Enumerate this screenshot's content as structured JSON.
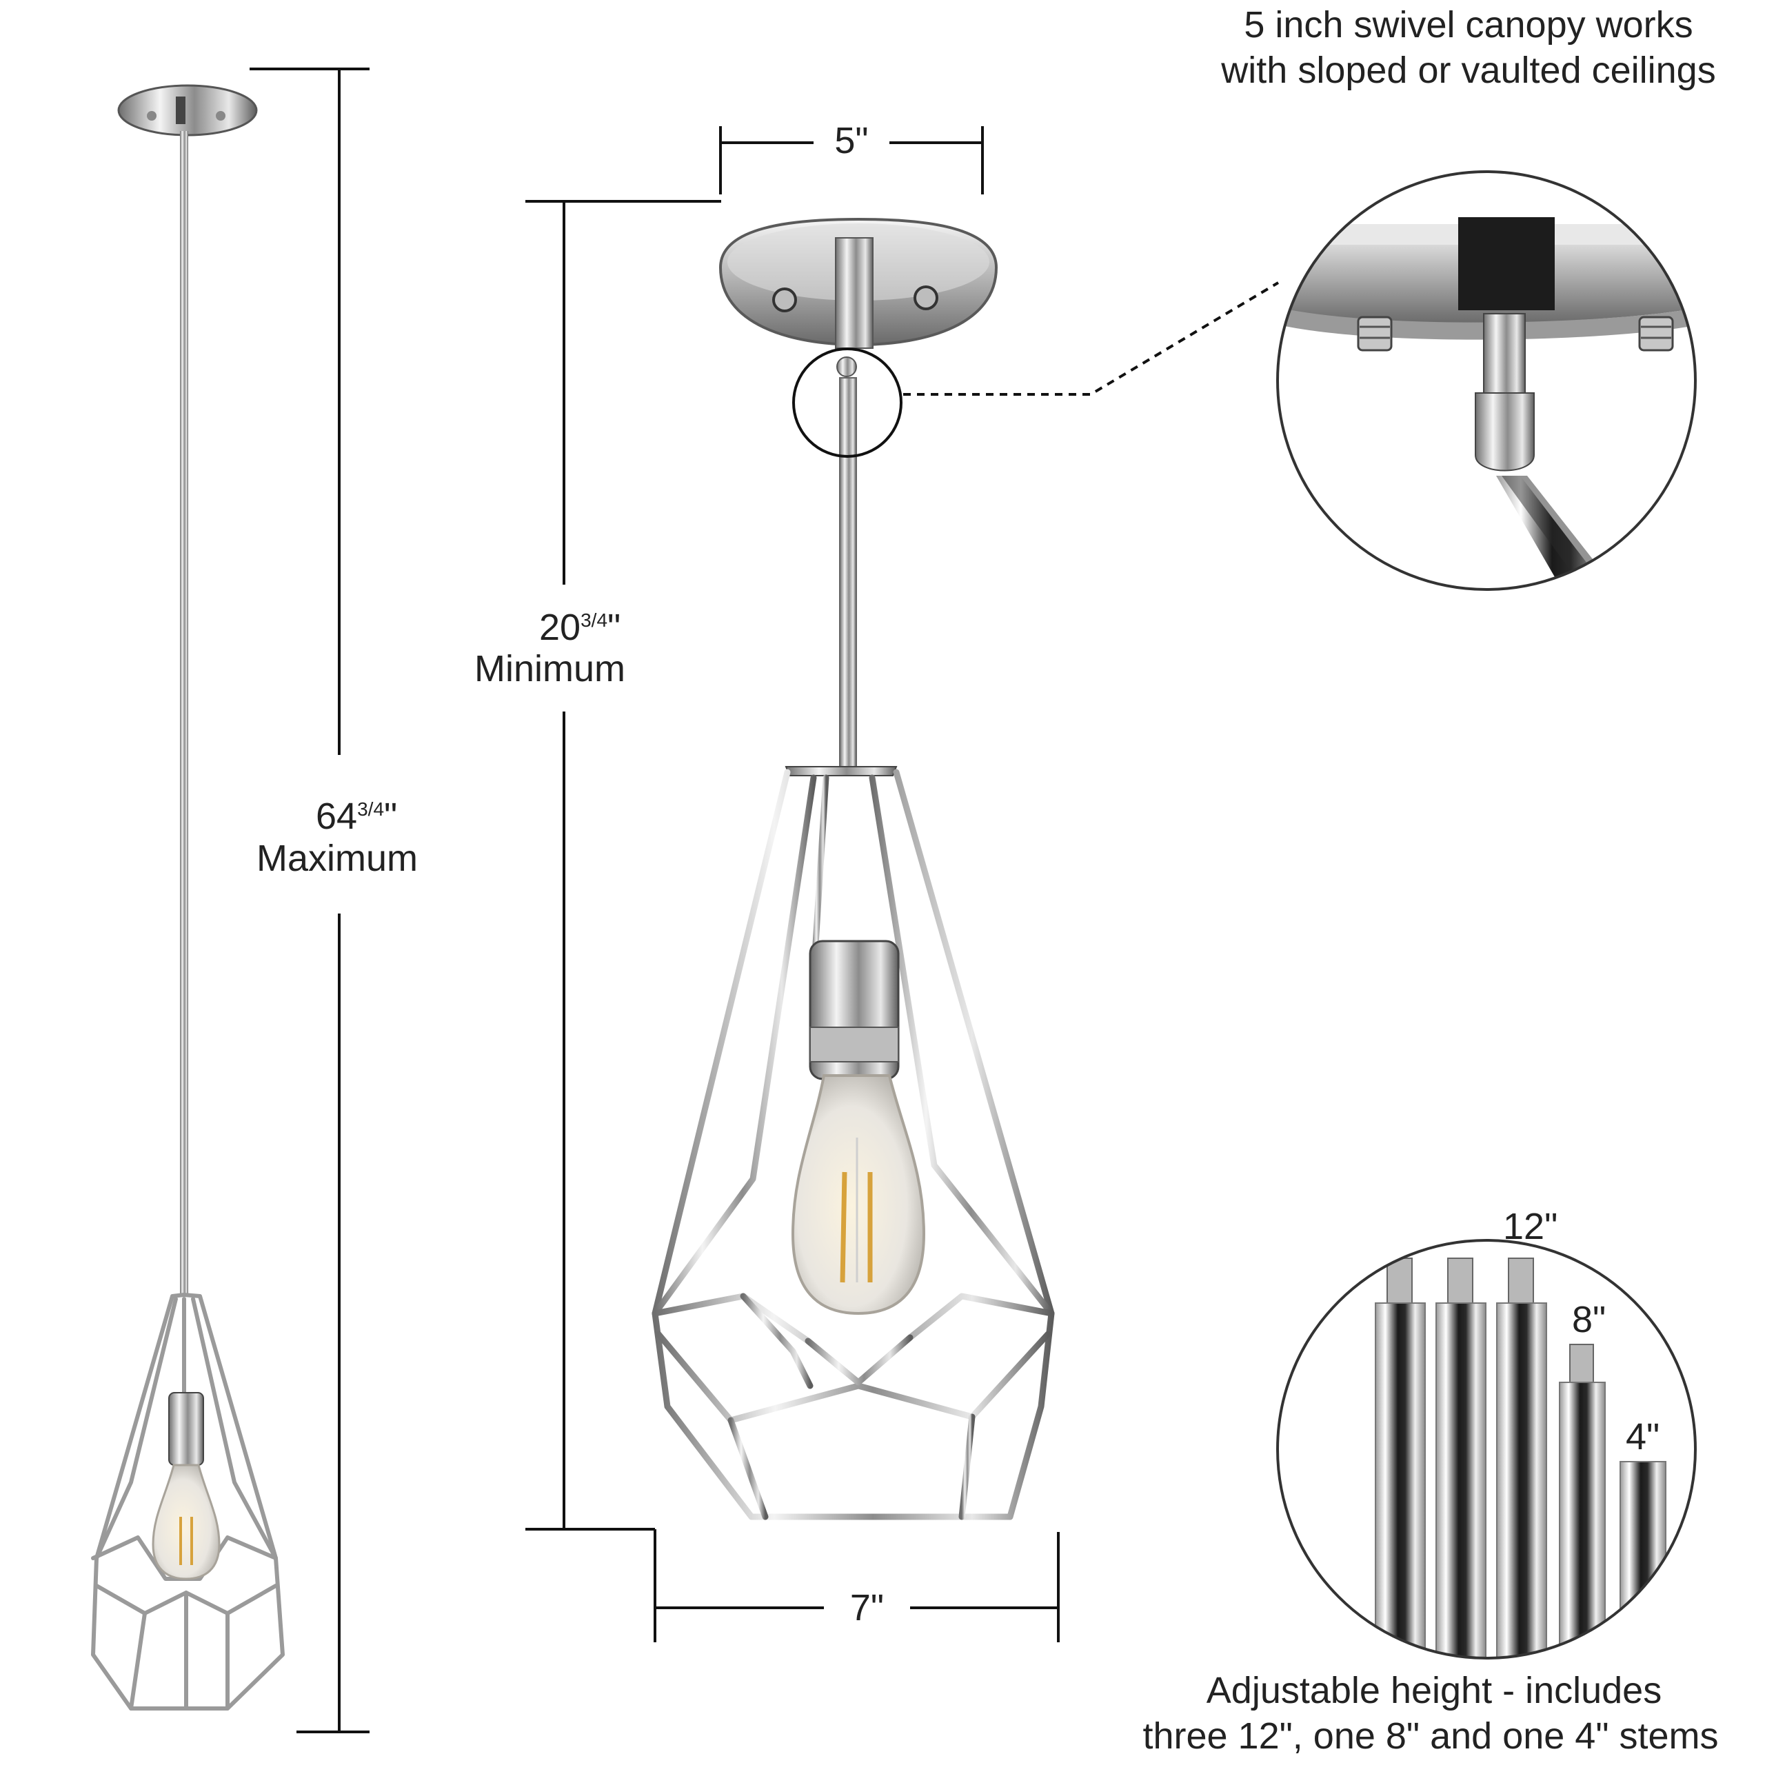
{
  "canopy_note": {
    "line1": "5 inch swivel canopy works",
    "line2": "with sloped or vaulted ceilings"
  },
  "dimensions": {
    "canopy_width": "5\"",
    "shade_width": "7\"",
    "minimum": {
      "value": "20",
      "fraction_num": "3",
      "fraction_den": "4",
      "inch": "\"",
      "label": "Minimum"
    },
    "maximum": {
      "value": "64",
      "fraction_num": "3",
      "fraction_den": "4",
      "inch": "\"",
      "label": "Maximum"
    }
  },
  "stems": {
    "labels": [
      "12\"",
      "8\"",
      "4\""
    ],
    "caption_line1": "Adjustable height - includes",
    "caption_line2": "three 12\", one 8\" and one 4\" stems"
  },
  "colors": {
    "text": "#222222",
    "chrome_light": "#f2f2f2",
    "chrome_dark": "#5a5a5a",
    "background": "#ffffff"
  }
}
